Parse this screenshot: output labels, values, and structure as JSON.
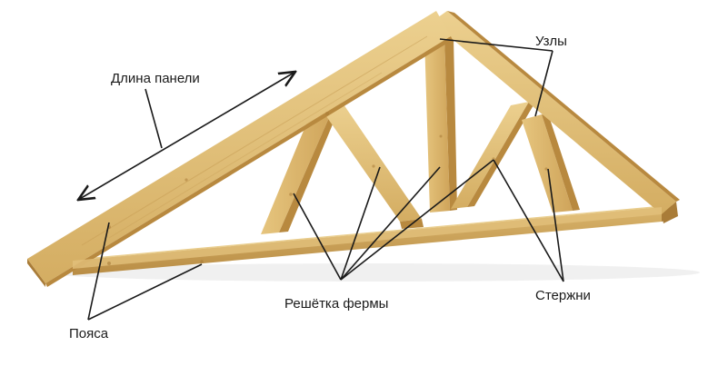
{
  "labels": {
    "panel_length": "Длина панели",
    "nodes": "Узлы",
    "web": "Решётка фермы",
    "rods": "Стержни",
    "chords": "Пояса"
  },
  "colors": {
    "wood_light": "#e3c27a",
    "wood_mid": "#d2a95c",
    "wood_dark": "#a97c38",
    "line": "#1a1a1a"
  }
}
